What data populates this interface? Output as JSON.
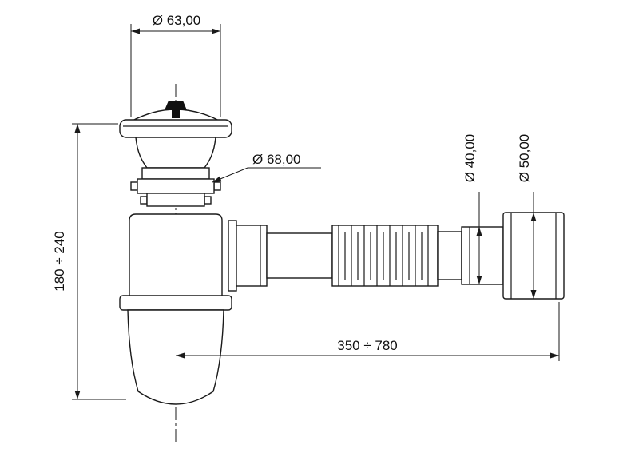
{
  "diagram": {
    "type": "technical-drawing",
    "subject": "bottle-trap-siphon-with-flexible-hose",
    "background_color": "#ffffff",
    "line_color": "#1a1a1a",
    "dimensions": {
      "top_diameter": "Ø 63,00",
      "flange_diameter": "Ø 68,00",
      "height_range": "180 ÷ 240",
      "hose_diameter": "Ø 40,00",
      "outlet_diameter": "Ø 50,00",
      "length_range": "350 ÷ 780"
    }
  }
}
